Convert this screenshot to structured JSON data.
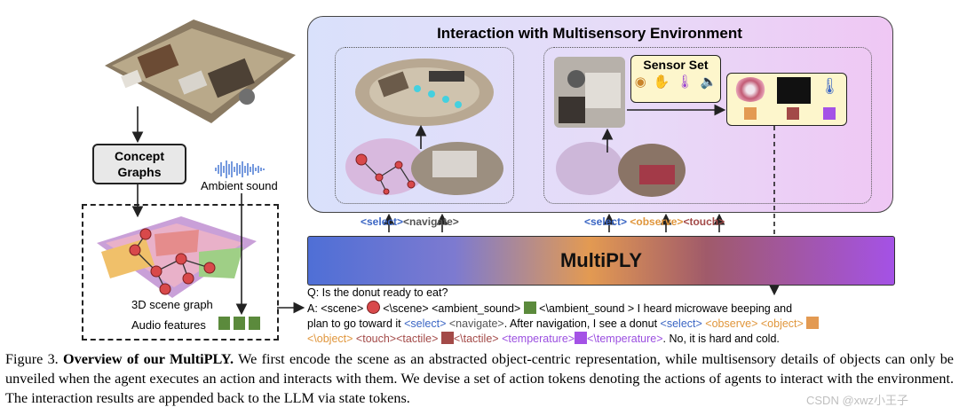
{
  "left": {
    "concept_graphs": "Concept\nGraphs",
    "ambient_sound": "Ambient sound",
    "scene_graph": "3D scene graph",
    "audio_features": "Audio features"
  },
  "interaction": {
    "title": "Interaction with Multisensory Environment",
    "sensor_set": "Sensor Set"
  },
  "tokens": {
    "left_select": "<select>",
    "left_navigate": "<navigate>",
    "right_select": "<select>",
    "right_observe": "<observe>",
    "right_touch": "<touch>"
  },
  "model": {
    "name": "MultiPLY"
  },
  "qa": {
    "q": "Q: Is the donut ready to eat?",
    "a1": "A: <scene>",
    "a1b": "<\\scene> <ambient_sound>",
    "a1c": "<\\ambient_sound > I heard microwave beeping and",
    "a2": "plan to go toward it",
    "a2_select": "<select>",
    "a2_navigate": "<navigate>",
    "a2b": ". After navigation, I see a donut",
    "a2_select2": "<select>",
    "a2_observe": "<observe>",
    "a2_object": "<object>",
    "a3_object_end": "<\\object>",
    "a3_touch": "<touch>",
    "a3_tactile": "<tactile>",
    "a3_tactile_end": "<\\tactile>",
    "a3_temp": "<temperature>",
    "a3_temp_end": "<\\temperature>",
    "a3_tail": ". No, it is hard and cold."
  },
  "caption": {
    "label": "Figure 3.",
    "title": "Overview of our MultiPLY.",
    "text": " We first encode the scene as an abstracted object-centric representation, while multisensory details of objects can only be unveiled when the agent executes an action and interacts with them. We devise a set of action tokens denoting the actions of agents to interact with the environment. The interaction results are appended back to the LLM via state tokens."
  },
  "watermark": "CSDN @xwz小王子",
  "colors": {
    "panel_grad_start": "#d9e1fb",
    "panel_grad_end": "#efc7f4",
    "bar_blue": "#4f6fd6",
    "bar_orange": "#e39a52",
    "bar_purple": "#a452e6",
    "node_red": "#d8494b",
    "audio_green": "#5b8a3c",
    "sensor_box": "#fdf6cc"
  }
}
